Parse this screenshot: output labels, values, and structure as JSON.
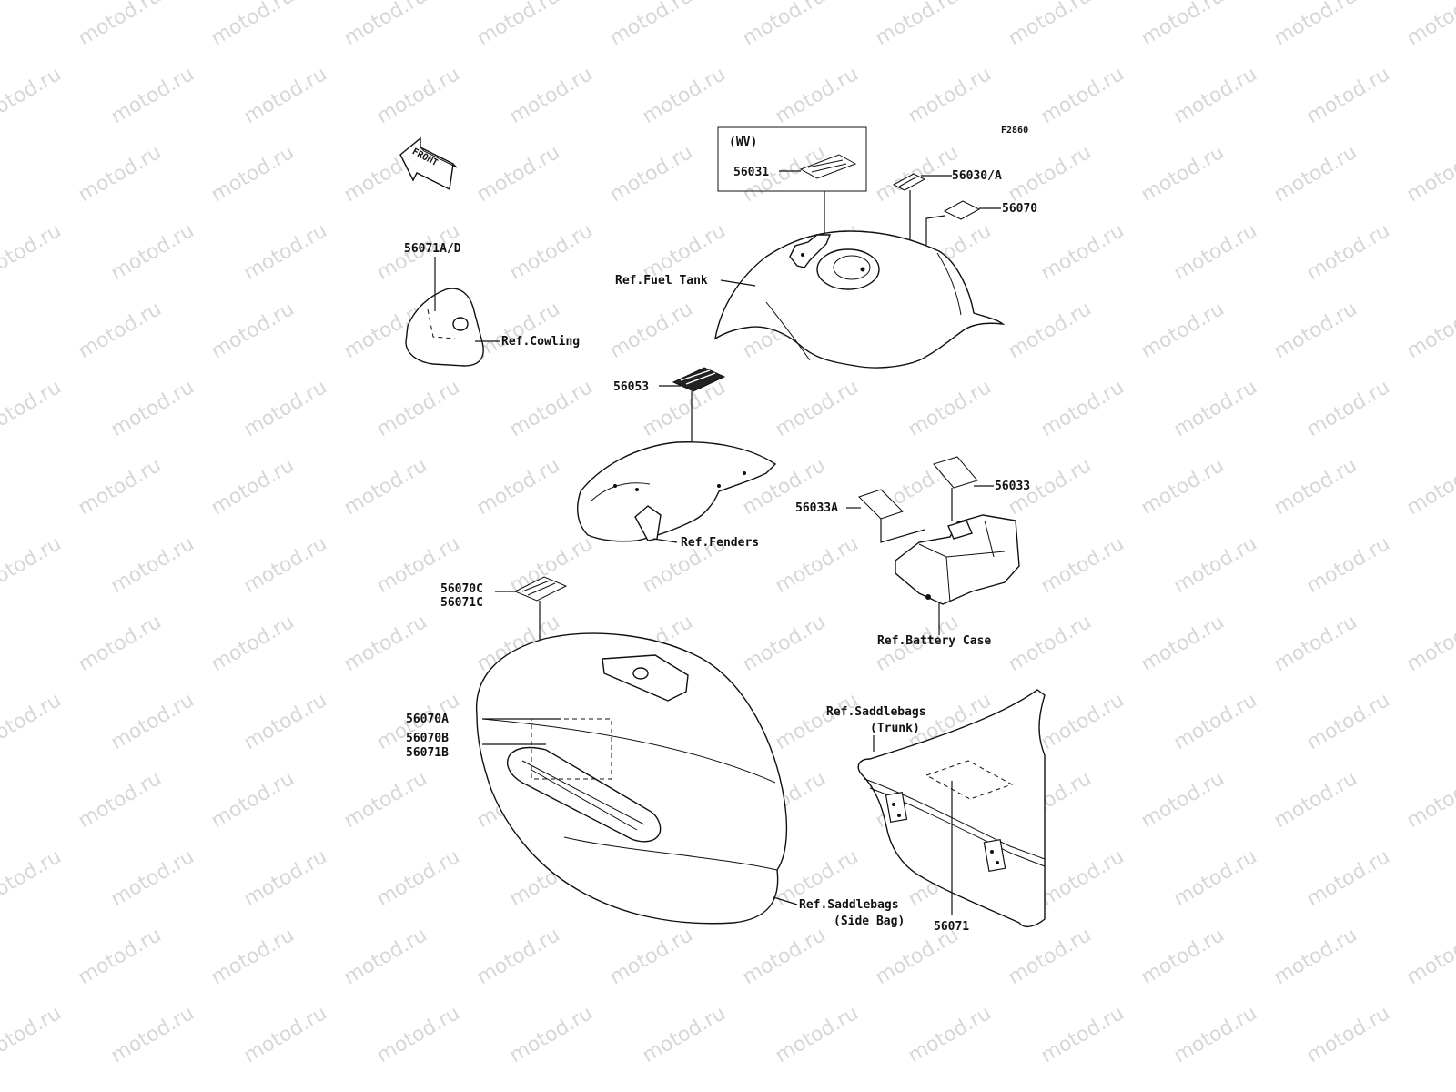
{
  "watermark": {
    "text": "motod.ru",
    "color": "#b8b8b8"
  },
  "figure_code": "F2860",
  "front_arrow": {
    "label": "FRONT",
    "icon": "front-direction-arrow-icon"
  },
  "wv_box": {
    "label": "(WV)"
  },
  "labels": {
    "p56031": "56031",
    "p56030a": "56030/A",
    "p56070": "56070",
    "p56071ad": "56071A/D",
    "ref_fuel_tank": "Ref.Fuel Tank",
    "ref_cowling": "Ref.Cowling",
    "p56053": "56053",
    "ref_fenders": "Ref.Fenders",
    "p56033": "56033",
    "p56033a": "56033A",
    "ref_battery_case": "Ref.Battery Case",
    "p56070c": "56070C",
    "p56071c": "56071C",
    "p56070a": "56070A",
    "p56070b": "56070B",
    "p56071b": "56071B",
    "ref_saddlebags_trunk_1": "Ref.Saddlebags",
    "ref_saddlebags_trunk_2": "(Trunk)",
    "ref_saddlebags_side_1": "Ref.Saddlebags",
    "ref_saddlebags_side_2": "(Side Bag)",
    "p56071": "56071"
  }
}
